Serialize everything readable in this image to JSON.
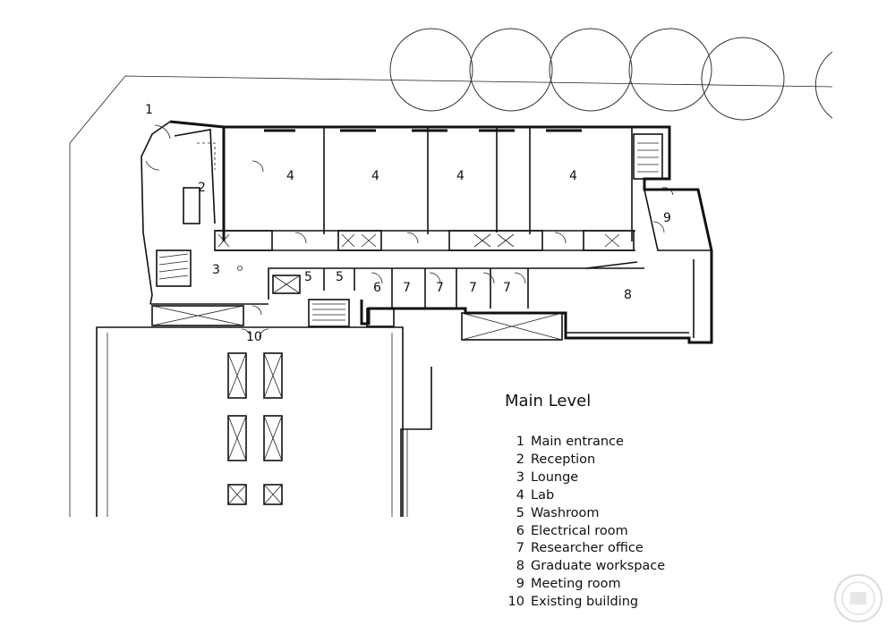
{
  "plan": {
    "title": "Main Level",
    "room_labels": [
      "1",
      "2",
      "3",
      "4",
      "4",
      "4",
      "4",
      "5",
      "5",
      "6",
      "7",
      "7",
      "7",
      "7",
      "8",
      "9",
      "10"
    ],
    "legend": [
      {
        "num": "1",
        "text": "Main entrance"
      },
      {
        "num": "2",
        "text": "Reception"
      },
      {
        "num": "3",
        "text": "Lounge"
      },
      {
        "num": "4",
        "text": "Lab"
      },
      {
        "num": "5",
        "text": "Washroom"
      },
      {
        "num": "6",
        "text": "Electrical room"
      },
      {
        "num": "7",
        "text": "Researcher office"
      },
      {
        "num": "8",
        "text": "Graduate workspace"
      },
      {
        "num": "9",
        "text": "Meeting room"
      },
      {
        "num": "10",
        "text": "Existing building"
      }
    ]
  },
  "colors": {
    "line": "#111111",
    "background": "#ffffff"
  },
  "icons": {
    "watermark": "site-watermark-logo"
  }
}
